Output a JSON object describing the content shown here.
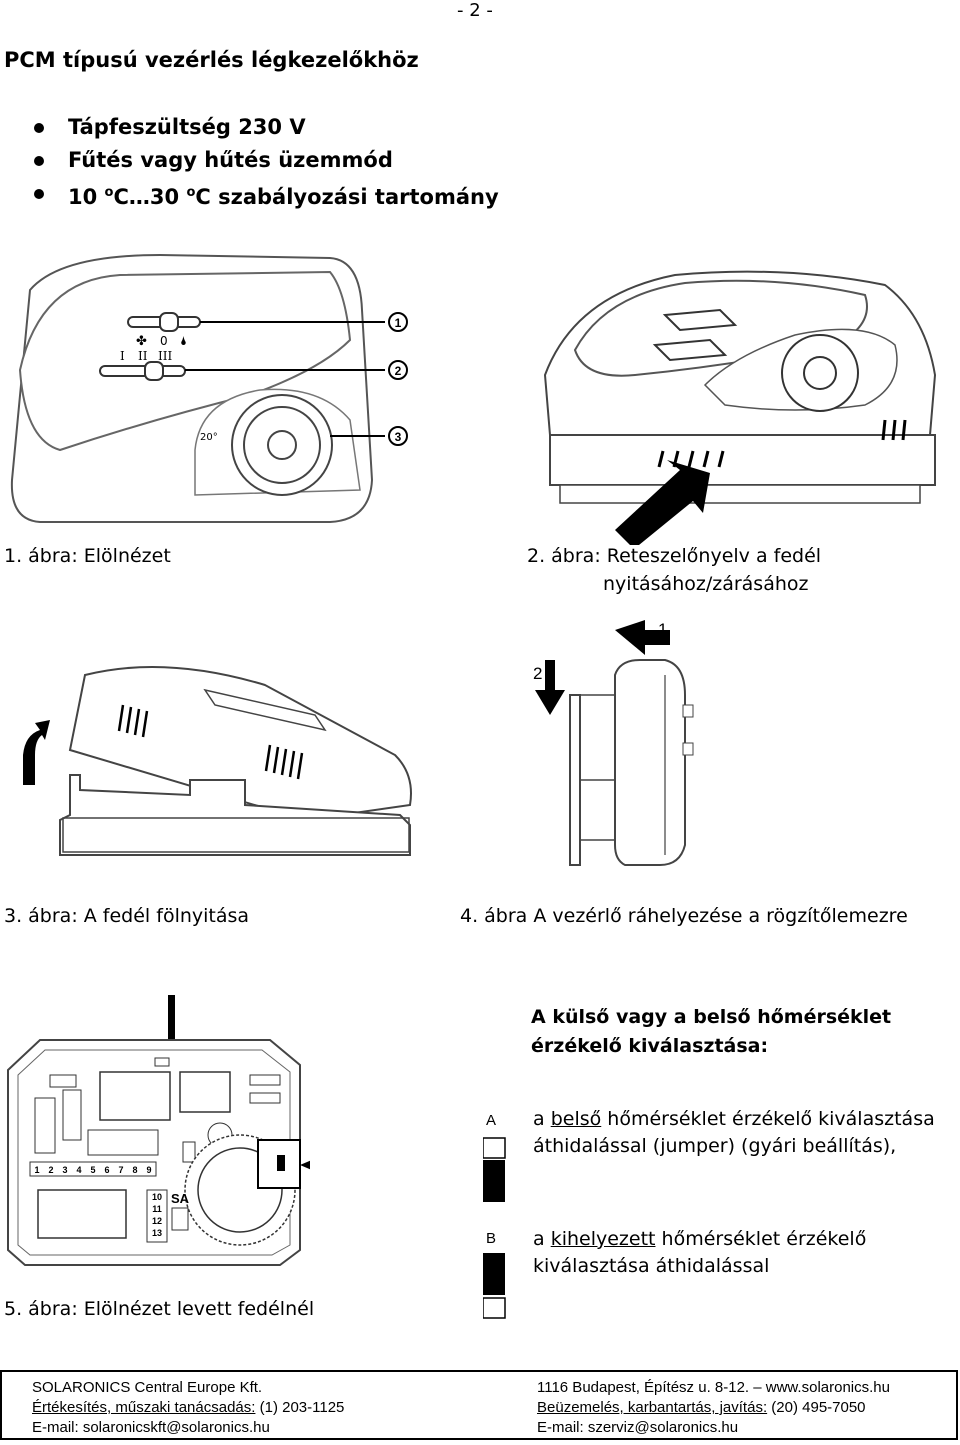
{
  "page_number": "- 2 -",
  "heading": "PCM típusú vezérlés légkezelőkhöz",
  "bullets": [
    "Tápfeszültség 230 V",
    "Fűtés vagy hűtés üzemmód",
    {
      "a": "10 ",
      "sup1": "o",
      "b": "C…30 ",
      "sup2": "o",
      "c": "C szabályozási tartomány"
    }
  ],
  "figures": {
    "fig1": {
      "caption": "1. ábra: Elölnézet",
      "callouts": [
        "1",
        "2",
        "3"
      ],
      "dial_label": "20°",
      "switch_labels": [
        "✤",
        "0",
        "🌢",
        "I",
        "II",
        "III"
      ]
    },
    "fig2": {
      "caption_line1": "2. ábra: Reteszelőnyelv a fedél",
      "caption_line2": "nyitásához/zárásához"
    },
    "fig3": {
      "caption": "3. ábra: A fedél fölnyitása"
    },
    "fig4": {
      "caption": "4. ábra A vezérlő ráhelyezése a rögzítőlemezre",
      "arrow_labels": [
        "1",
        "2"
      ]
    },
    "fig5": {
      "caption": "5. ábra: Elölnézet levett fedélnél",
      "terminals": [
        "1",
        "2",
        "3",
        "4",
        "5",
        "6",
        "7",
        "8",
        "9"
      ],
      "terminals_lower": [
        "10",
        "11",
        "12",
        "13"
      ],
      "sa_label": "SA"
    }
  },
  "sensor_selection": {
    "title": "A külső vagy a belső hőmérséklet érzékelő kiválasztása:",
    "option_a": {
      "letter": "A",
      "pre": "a ",
      "underlined": "belső",
      "rest": " hőmérséklet érzékelő kiválasztása áthidalással (jumper) (gyári beállítás),"
    },
    "option_b": {
      "letter": "B",
      "pre": "a ",
      "underlined": "kihelyezett",
      "rest": " hőmérséklet érzékelő kiválasztása áthidalással"
    }
  },
  "footer": {
    "left": [
      {
        "text": "SOLARONICS Central Europe Kft."
      },
      {
        "label": "Értékesítés, műszaki tanácsadás:",
        "value": " (1) 203-1125"
      },
      {
        "text": "E-mail: solaronicskft@solaronics.hu"
      }
    ],
    "right": [
      {
        "text": "1116 Budapest, Építész u. 8-12. – www.solaronics.hu"
      },
      {
        "label": "Beüzemelés, karbantartás, javítás:",
        "value": " (20) 495-7050"
      },
      {
        "text": "E-mail: szerviz@solaronics.hu"
      }
    ]
  }
}
